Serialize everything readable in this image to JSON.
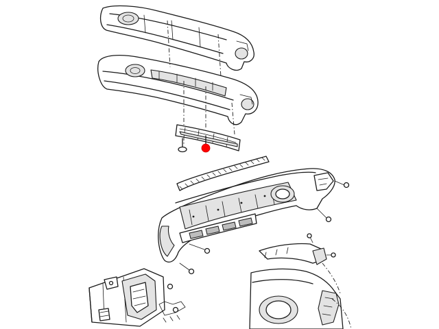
{
  "diagram": {
    "parts": [
      {
        "name": "upper-bumper-fascia"
      },
      {
        "name": "lower-bumper-fascia"
      },
      {
        "name": "center-reinforcement-bracket"
      },
      {
        "name": "push-pin-fastener"
      },
      {
        "name": "bumper-assembly"
      },
      {
        "name": "upper-trim-strip"
      },
      {
        "name": "mounting-bracket-left"
      },
      {
        "name": "mounting-bracket-right"
      },
      {
        "name": "fog-lamp-opening"
      }
    ],
    "highlight": {
      "color": "#ff0000"
    },
    "colors": {
      "line": "#1a1a1a",
      "shade": "#e3e3e3",
      "background": "#ffffff"
    }
  }
}
